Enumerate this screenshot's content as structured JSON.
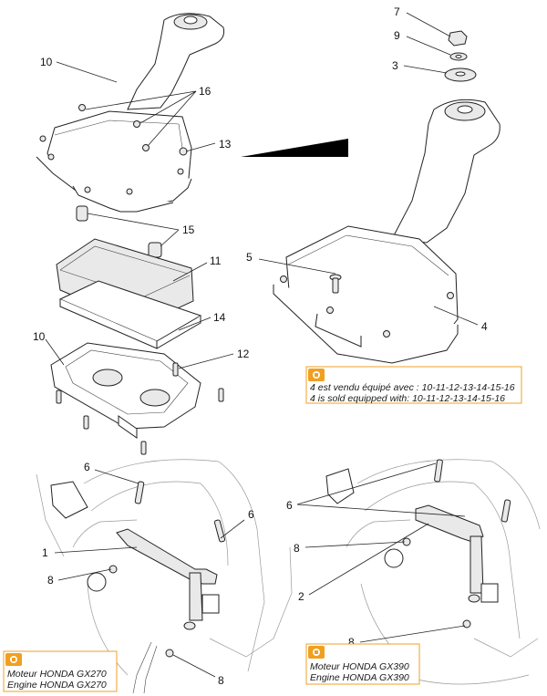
{
  "callouts": {
    "c7": "7",
    "c9": "9",
    "c3": "3",
    "c10a": "10",
    "c16": "16",
    "c13": "13",
    "c15": "15",
    "c11": "11",
    "c5": "5",
    "c14": "14",
    "c10b": "10",
    "c12": "12",
    "c4": "4",
    "c6a": "6",
    "c6b": "6",
    "c1": "1",
    "c8a": "8",
    "c8b": "8",
    "c6c": "6",
    "c8c": "8",
    "c2": "2",
    "c8d": "8"
  },
  "notes": {
    "assembly_fr": "4 est vendu équipé avec : 10-11-12-13-14-15-16",
    "assembly_en": "4 is sold equipped with: 10-11-12-13-14-15-16",
    "gx270_fr": "Moteur HONDA GX270",
    "gx270_en": "Engine HONDA GX270",
    "gx390_fr": "Moteur HONDA GX390",
    "gx390_en": "Engine HONDA GX390"
  },
  "colors": {
    "note_icon": "#f0a020",
    "note_border": "#f0a020",
    "line": "#222222"
  },
  "icons": {
    "note": "wrench-info-icon"
  }
}
